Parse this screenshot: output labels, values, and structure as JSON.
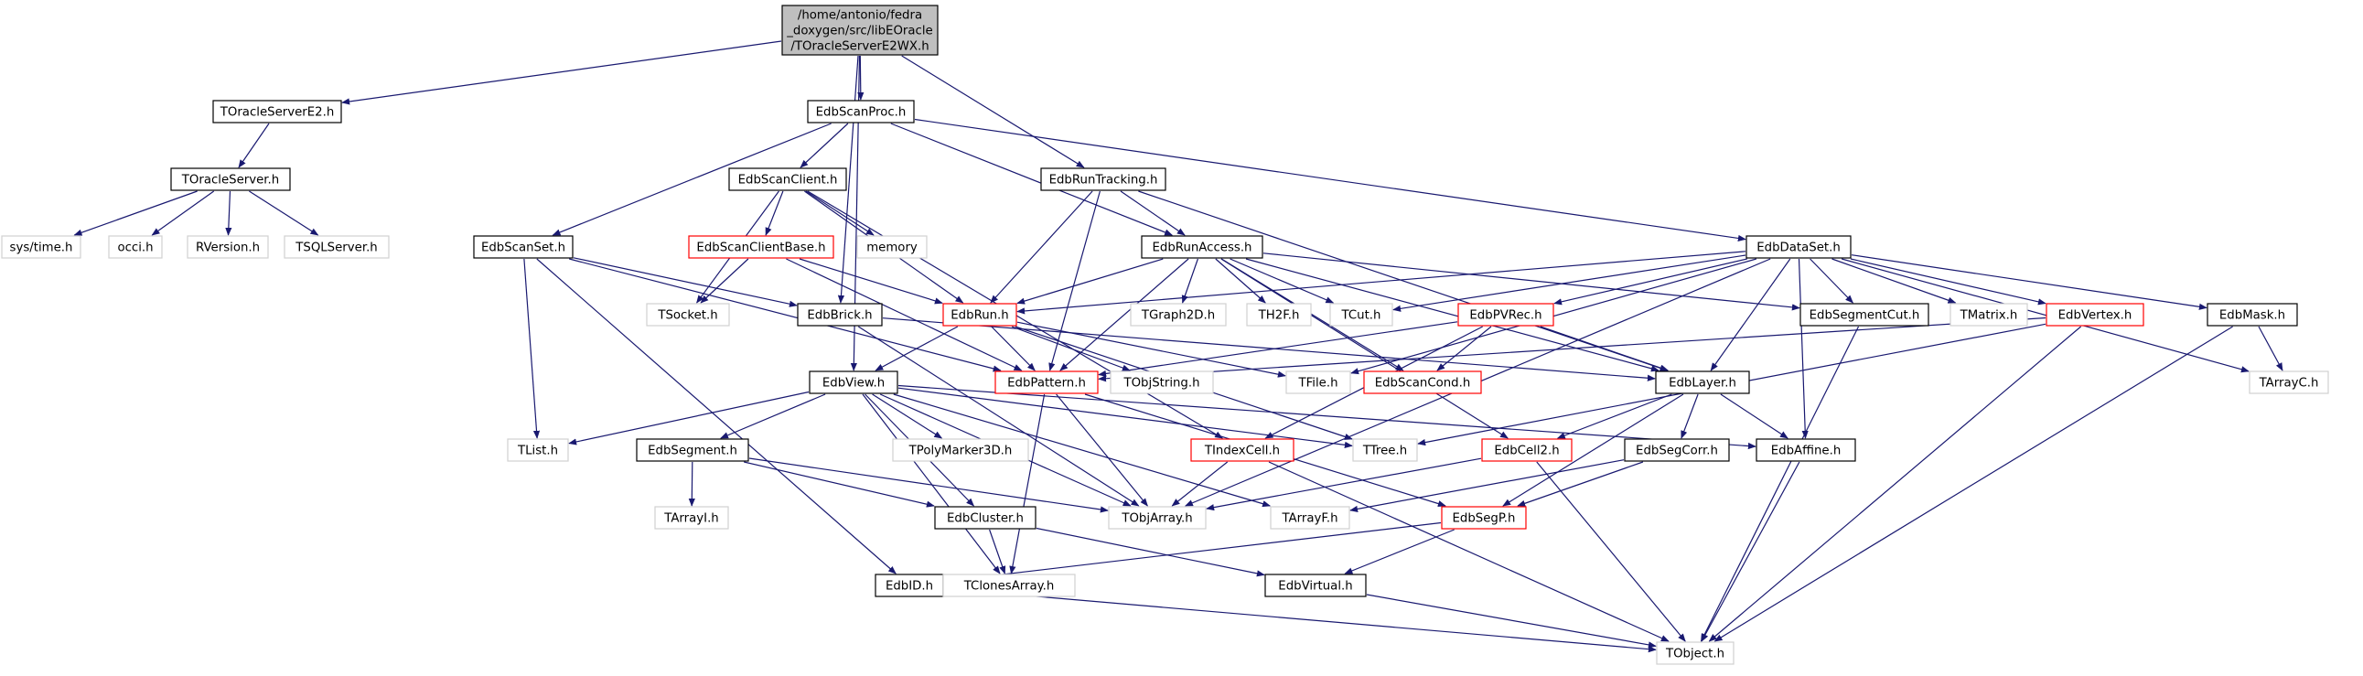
{
  "colors": {
    "edge": "#191970",
    "documented_border": "#000000",
    "undocumented_border": "#d0d0d0",
    "incomplete_border": "#ff0000",
    "root_fill": "#bfbfbf",
    "node_fill": "#ffffff"
  },
  "nodes": [
    {
      "id": "root",
      "lines": [
        "/home/antonio/fedra",
        "_doxygen/src/libEOracle",
        "/TOracleServerE2WX.h"
      ],
      "style": "root"
    },
    {
      "id": "toracleservere2",
      "lines": [
        "TOracleServerE2.h"
      ],
      "style": "doc"
    },
    {
      "id": "edbscanproc",
      "lines": [
        "EdbScanProc.h"
      ],
      "style": "doc"
    },
    {
      "id": "edbruntracking",
      "lines": [
        "EdbRunTracking.h"
      ],
      "style": "doc"
    },
    {
      "id": "toracleserver",
      "lines": [
        "TOracleServer.h"
      ],
      "style": "doc"
    },
    {
      "id": "edbscanclient",
      "lines": [
        "EdbScanClient.h"
      ],
      "style": "doc"
    },
    {
      "id": "systime",
      "lines": [
        "sys/time.h"
      ],
      "style": "undoc"
    },
    {
      "id": "occi",
      "lines": [
        "occi.h"
      ],
      "style": "undoc"
    },
    {
      "id": "rversion",
      "lines": [
        "RVersion.h"
      ],
      "style": "undoc"
    },
    {
      "id": "tsqlserver",
      "lines": [
        "TSQLServer.h"
      ],
      "style": "undoc"
    },
    {
      "id": "edbscanset",
      "lines": [
        "EdbScanSet.h"
      ],
      "style": "doc"
    },
    {
      "id": "edbscanclientbase",
      "lines": [
        "EdbScanClientBase.h"
      ],
      "style": "red"
    },
    {
      "id": "memory",
      "lines": [
        "memory"
      ],
      "style": "undoc"
    },
    {
      "id": "edbrunaccess",
      "lines": [
        "EdbRunAccess.h"
      ],
      "style": "doc"
    },
    {
      "id": "edbdataset",
      "lines": [
        "EdbDataSet.h"
      ],
      "style": "doc"
    },
    {
      "id": "tsocket",
      "lines": [
        "TSocket.h"
      ],
      "style": "undoc"
    },
    {
      "id": "edbbrick",
      "lines": [
        "EdbBrick.h"
      ],
      "style": "doc"
    },
    {
      "id": "edbrun",
      "lines": [
        "EdbRun.h"
      ],
      "style": "red"
    },
    {
      "id": "tgraph2d",
      "lines": [
        "TGraph2D.h"
      ],
      "style": "undoc"
    },
    {
      "id": "th2f",
      "lines": [
        "TH2F.h"
      ],
      "style": "undoc"
    },
    {
      "id": "tcut",
      "lines": [
        "TCut.h"
      ],
      "style": "undoc"
    },
    {
      "id": "edbpvrec",
      "lines": [
        "EdbPVRec.h"
      ],
      "style": "red"
    },
    {
      "id": "edbsegmentcut",
      "lines": [
        "EdbSegmentCut.h"
      ],
      "style": "doc"
    },
    {
      "id": "tmatrix",
      "lines": [
        "TMatrix.h"
      ],
      "style": "undoc"
    },
    {
      "id": "edbvertex",
      "lines": [
        "EdbVertex.h"
      ],
      "style": "red"
    },
    {
      "id": "edbmask",
      "lines": [
        "EdbMask.h"
      ],
      "style": "doc"
    },
    {
      "id": "edbview",
      "lines": [
        "EdbView.h"
      ],
      "style": "doc"
    },
    {
      "id": "edbpattern",
      "lines": [
        "EdbPattern.h"
      ],
      "style": "red"
    },
    {
      "id": "tobjstring",
      "lines": [
        "TObjString.h"
      ],
      "style": "undoc"
    },
    {
      "id": "tfile",
      "lines": [
        "TFile.h"
      ],
      "style": "undoc"
    },
    {
      "id": "edbscancond",
      "lines": [
        "EdbScanCond.h"
      ],
      "style": "red"
    },
    {
      "id": "edblayer",
      "lines": [
        "EdbLayer.h"
      ],
      "style": "doc"
    },
    {
      "id": "tarrayc",
      "lines": [
        "TArrayC.h"
      ],
      "style": "undoc"
    },
    {
      "id": "tlist",
      "lines": [
        "TList.h"
      ],
      "style": "undoc"
    },
    {
      "id": "edbsegment",
      "lines": [
        "EdbSegment.h"
      ],
      "style": "doc"
    },
    {
      "id": "tpolymarker3d",
      "lines": [
        "TPolyMarker3D.h"
      ],
      "style": "undoc"
    },
    {
      "id": "tindexcell",
      "lines": [
        "TIndexCell.h"
      ],
      "style": "red"
    },
    {
      "id": "ttree",
      "lines": [
        "TTree.h"
      ],
      "style": "undoc"
    },
    {
      "id": "edbcell2",
      "lines": [
        "EdbCell2.h"
      ],
      "style": "red"
    },
    {
      "id": "edbsegcorr",
      "lines": [
        "EdbSegCorr.h"
      ],
      "style": "doc"
    },
    {
      "id": "edbaffine",
      "lines": [
        "EdbAffine.h"
      ],
      "style": "doc"
    },
    {
      "id": "tarrayi",
      "lines": [
        "TArrayI.h"
      ],
      "style": "undoc"
    },
    {
      "id": "edbcluster",
      "lines": [
        "EdbCluster.h"
      ],
      "style": "doc"
    },
    {
      "id": "tobjarray",
      "lines": [
        "TObjArray.h"
      ],
      "style": "undoc"
    },
    {
      "id": "tarrayf",
      "lines": [
        "TArrayF.h"
      ],
      "style": "undoc"
    },
    {
      "id": "edbsegp",
      "lines": [
        "EdbSegP.h"
      ],
      "style": "red"
    },
    {
      "id": "edbid",
      "lines": [
        "EdbID.h"
      ],
      "style": "doc"
    },
    {
      "id": "tclonesarray",
      "lines": [
        "TClonesArray.h"
      ],
      "style": "undoc"
    },
    {
      "id": "edbvirtual",
      "lines": [
        "EdbVirtual.h"
      ],
      "style": "doc"
    },
    {
      "id": "tobject",
      "lines": [
        "TObject.h"
      ],
      "style": "undoc"
    }
  ],
  "edges": [
    [
      "root",
      "toracleservere2"
    ],
    [
      "root",
      "edbscanproc"
    ],
    [
      "root",
      "edbruntracking"
    ],
    [
      "root",
      "edbview"
    ],
    [
      "root",
      "edbbrick"
    ],
    [
      "toracleservere2",
      "toracleserver"
    ],
    [
      "toracleserver",
      "systime"
    ],
    [
      "toracleserver",
      "occi"
    ],
    [
      "toracleserver",
      "rversion"
    ],
    [
      "toracleserver",
      "tsqlserver"
    ],
    [
      "edbscanproc",
      "edbscanclient"
    ],
    [
      "edbscanproc",
      "edbscanset"
    ],
    [
      "edbscanproc",
      "edbrunaccess"
    ],
    [
      "edbscanproc",
      "edbdataset"
    ],
    [
      "edbruntracking",
      "edbrunaccess"
    ],
    [
      "edbruntracking",
      "edbrun"
    ],
    [
      "edbruntracking",
      "edbpattern"
    ],
    [
      "edbruntracking",
      "edblayer"
    ],
    [
      "edbscanclient",
      "edbscanclientbase"
    ],
    [
      "edbscanclient",
      "memory"
    ],
    [
      "edbscanclient",
      "tsocket"
    ],
    [
      "edbscanclient",
      "edbrun"
    ],
    [
      "edbscanclient",
      "tindexcell"
    ],
    [
      "edbscanclientbase",
      "tsocket"
    ],
    [
      "edbscanclientbase",
      "edbrun"
    ],
    [
      "edbscanclientbase",
      "edbpattern"
    ],
    [
      "edbscanset",
      "edbbrick"
    ],
    [
      "edbscanset",
      "tlist"
    ],
    [
      "edbscanset",
      "edbid"
    ],
    [
      "edbscanset",
      "edbpattern"
    ],
    [
      "edbrunaccess",
      "edbrun"
    ],
    [
      "edbrunaccess",
      "tgraph2d"
    ],
    [
      "edbrunaccess",
      "th2f"
    ],
    [
      "edbrunaccess",
      "tcut"
    ],
    [
      "edbrunaccess",
      "edbpattern"
    ],
    [
      "edbrunaccess",
      "edbsegmentcut"
    ],
    [
      "edbrunaccess",
      "edbscancond"
    ],
    [
      "edbrunaccess",
      "edblayer"
    ],
    [
      "edbrunaccess",
      "edbcell2"
    ],
    [
      "edbdataset",
      "edbrun"
    ],
    [
      "edbdataset",
      "edbpvrec"
    ],
    [
      "edbdataset",
      "edbsegmentcut"
    ],
    [
      "edbdataset",
      "tmatrix"
    ],
    [
      "edbdataset",
      "edbvertex"
    ],
    [
      "edbdataset",
      "edbmask"
    ],
    [
      "edbdataset",
      "tarrayc"
    ],
    [
      "edbdataset",
      "edblayer"
    ],
    [
      "edbdataset",
      "tfile"
    ],
    [
      "edbdataset",
      "tcut"
    ],
    [
      "edbdataset",
      "tobjarray"
    ],
    [
      "edbdataset",
      "edbaffine"
    ],
    [
      "edbbrick",
      "edblayer"
    ],
    [
      "edbbrick",
      "tobjarray"
    ],
    [
      "edbrun",
      "edbview"
    ],
    [
      "edbrun",
      "tobjstring"
    ],
    [
      "edbrun",
      "tfile"
    ],
    [
      "edbrun",
      "ttree"
    ],
    [
      "edbrun",
      "edbpattern"
    ],
    [
      "edbpvrec",
      "edbpattern"
    ],
    [
      "edbpvrec",
      "edbscancond"
    ],
    [
      "edbpvrec",
      "edblayer"
    ],
    [
      "edbpvrec",
      "tindexcell"
    ],
    [
      "edbvertex",
      "edbpattern"
    ],
    [
      "edbvertex",
      "ttree"
    ],
    [
      "edbvertex",
      "tobject"
    ],
    [
      "edbmask",
      "tarrayc"
    ],
    [
      "edbmask",
      "tobject"
    ],
    [
      "edbsegmentcut",
      "tobject"
    ],
    [
      "edbview",
      "tlist"
    ],
    [
      "edbview",
      "edbsegment"
    ],
    [
      "edbview",
      "tpolymarker3d"
    ],
    [
      "edbview",
      "edbcluster"
    ],
    [
      "edbview",
      "tobjarray"
    ],
    [
      "edbview",
      "tclonesarray"
    ],
    [
      "edbview",
      "tarrayf"
    ],
    [
      "edbview",
      "edbaffine"
    ],
    [
      "edbview",
      "ttree"
    ],
    [
      "edbpattern",
      "tobjarray"
    ],
    [
      "edbpattern",
      "tclonesarray"
    ],
    [
      "edbpattern",
      "edbsegp"
    ],
    [
      "edblayer",
      "edbaffine"
    ],
    [
      "edblayer",
      "edbsegcorr"
    ],
    [
      "edblayer",
      "edbcell2"
    ],
    [
      "edblayer",
      "edbsegp"
    ],
    [
      "edbsegment",
      "tarrayi"
    ],
    [
      "edbsegment",
      "edbcluster"
    ],
    [
      "edbsegment",
      "tobjarray"
    ],
    [
      "tindexcell",
      "tobjarray"
    ],
    [
      "tindexcell",
      "tobject"
    ],
    [
      "edbcell2",
      "tobjarray"
    ],
    [
      "edbcell2",
      "tobject"
    ],
    [
      "edbsegcorr",
      "edbsegp"
    ],
    [
      "edbsegcorr",
      "tarrayf"
    ],
    [
      "edbaffine",
      "tobject"
    ],
    [
      "edbcluster",
      "edbvirtual"
    ],
    [
      "edbcluster",
      "tclonesarray"
    ],
    [
      "edbsegp",
      "edbid"
    ],
    [
      "edbsegp",
      "edbvirtual"
    ],
    [
      "edbvirtual",
      "tobject"
    ],
    [
      "edbid",
      "tobject"
    ]
  ]
}
